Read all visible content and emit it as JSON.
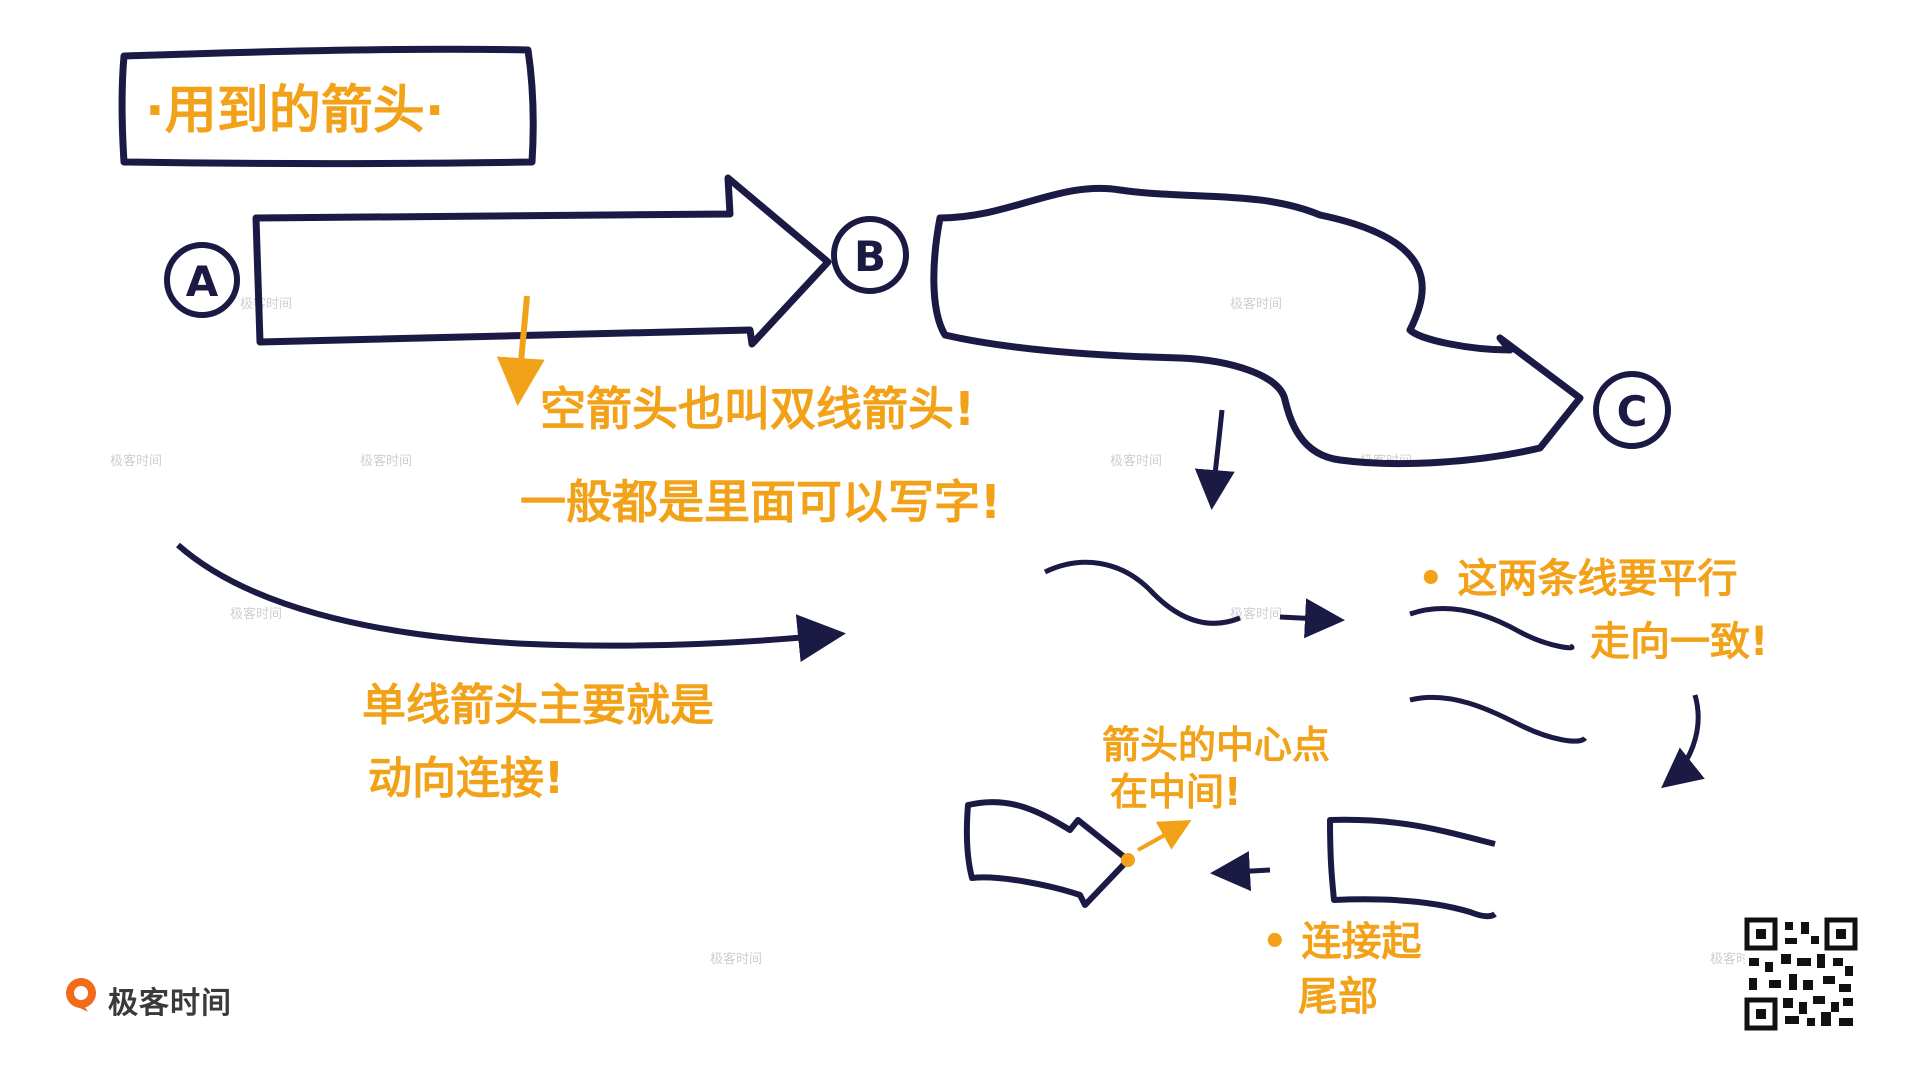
{
  "title": "·用到的箭头·",
  "labels": {
    "A": "A",
    "B": "B",
    "C": "C"
  },
  "notes": {
    "hollow_line1": "空箭头也叫双线箭头!",
    "hollow_line2": "一般都是里面可以写字!",
    "single_line1": "单线箭头主要就是",
    "single_line2": "动向连接!",
    "parallel_line1": "• 这两条线要平行",
    "parallel_line2": "走向一致!",
    "center_line1": "箭头的中心点",
    "center_line2": "在中间!",
    "tail_line1": "• 连接起",
    "tail_line2": "尾部"
  },
  "brand": {
    "name": "极客时间",
    "watermark": "极客时间"
  },
  "colors": {
    "ink": "#1b1a44",
    "accent": "#f2a218"
  },
  "icons": {
    "logo": "geektime-logo-icon",
    "qr": "qr-code-icon"
  }
}
